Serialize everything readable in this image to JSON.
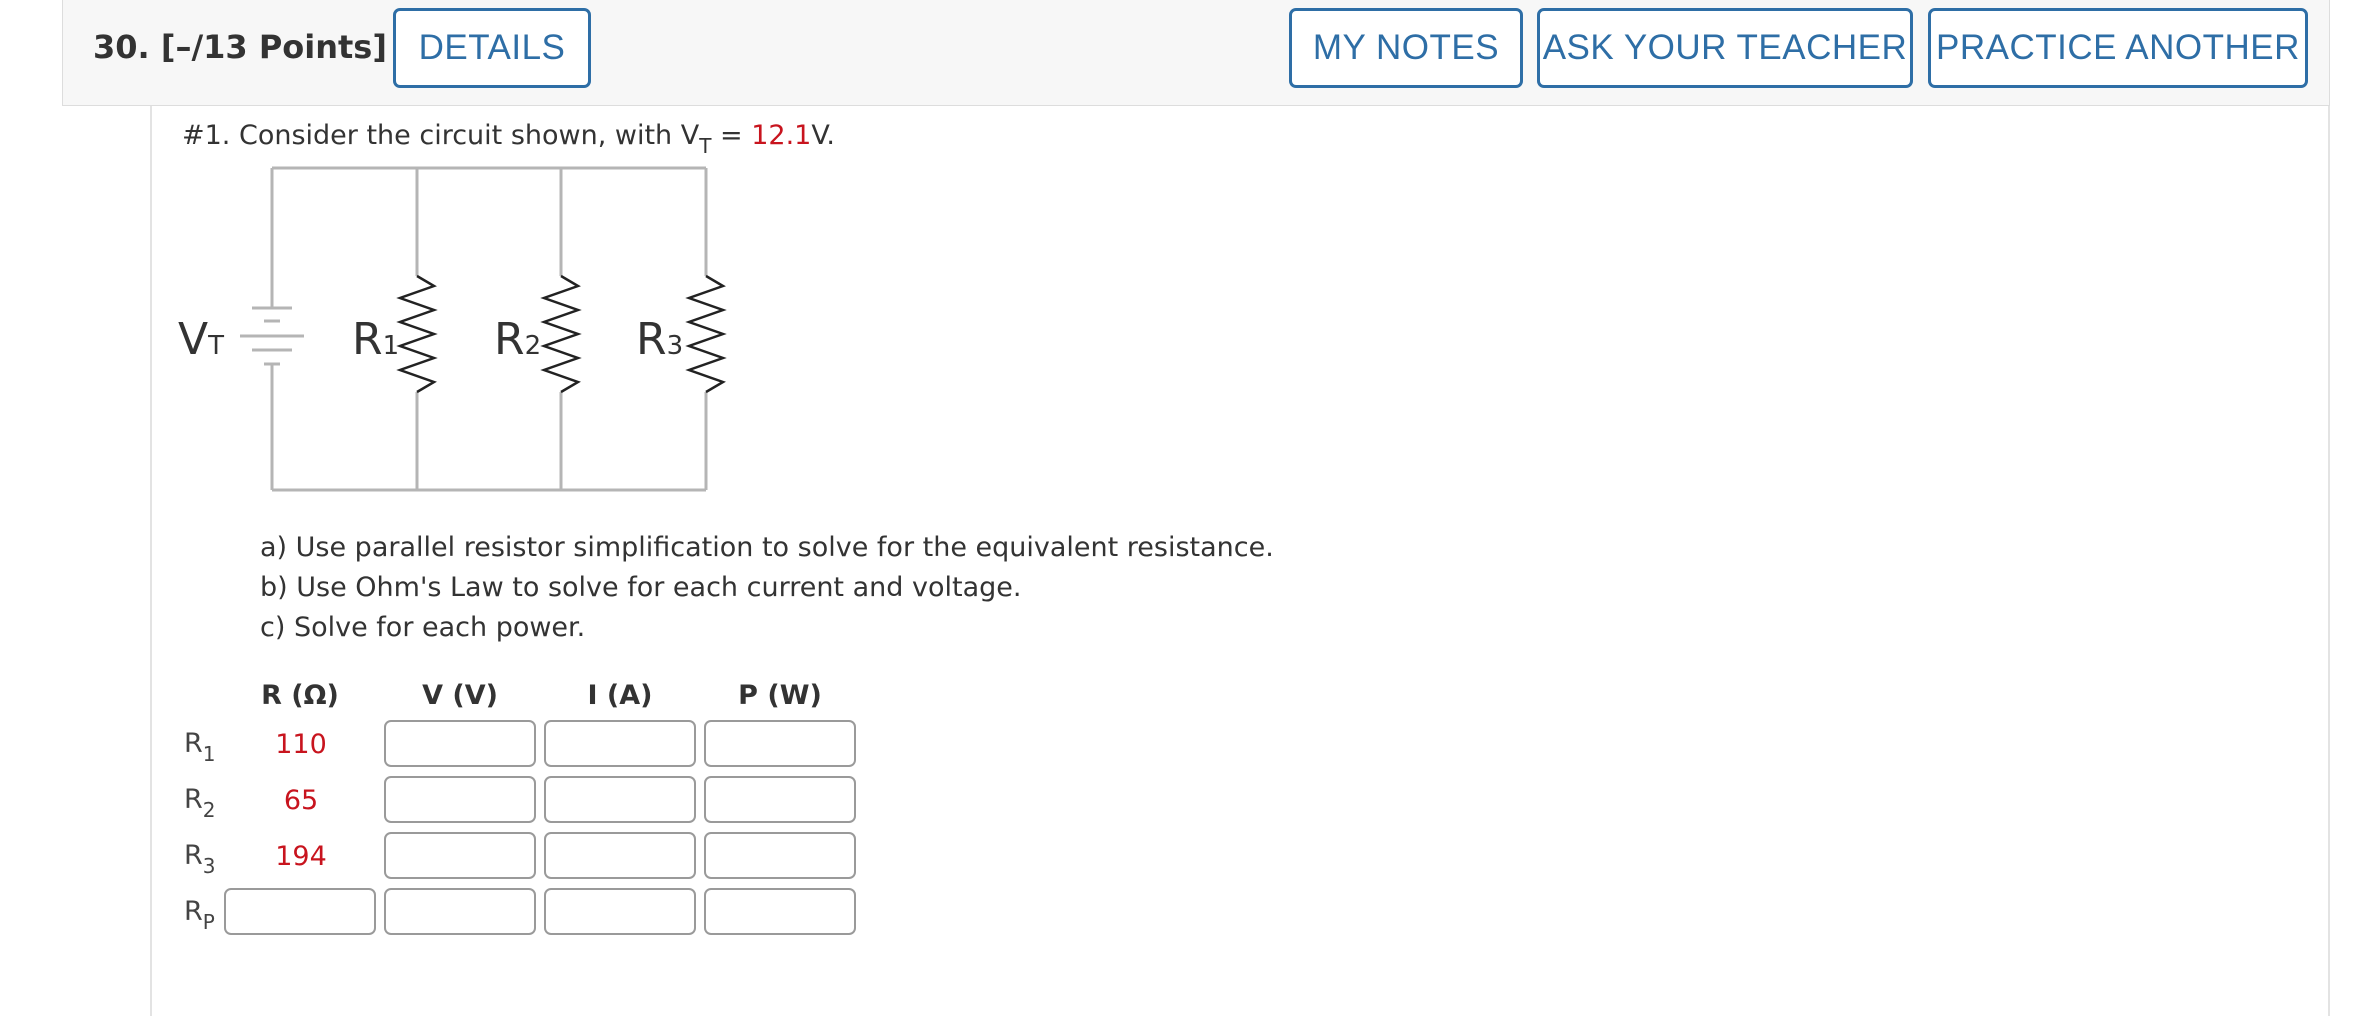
{
  "header": {
    "question_number": "30.",
    "points": "[–/13 Points]",
    "details_label": "DETAILS",
    "my_notes_label": "MY NOTES",
    "ask_teacher_label": "ASK YOUR TEACHER",
    "practice_another_label": "PRACTICE ANOTHER"
  },
  "problem": {
    "intro_prefix": "#1. Consider the circuit shown, with V",
    "intro_sub": "T",
    "intro_eq": " = ",
    "vt_value": "12.1",
    "intro_suffix": "V.",
    "instructions": [
      "a) Use parallel resistor simplification to solve for the equivalent resistance.",
      "b) Use Ohm's Law to solve for each current and voltage.",
      "c) Solve for each power."
    ]
  },
  "circuit": {
    "source_label": "V",
    "source_sub": "T",
    "resistor_labels": [
      {
        "label": "R",
        "sub": "1"
      },
      {
        "label": "R",
        "sub": "2"
      },
      {
        "label": "R",
        "sub": "3"
      }
    ],
    "wire_color": "#b5b5b5"
  },
  "table": {
    "headers": [
      "R (Ω)",
      "V (V)",
      "I (A)",
      "P (W)"
    ],
    "rows": [
      {
        "label": "R",
        "sub": "1",
        "r": "110"
      },
      {
        "label": "R",
        "sub": "2",
        "r": "65"
      },
      {
        "label": "R",
        "sub": "3",
        "r": "194"
      },
      {
        "label": "R",
        "sub": "P",
        "r": ""
      }
    ]
  },
  "colors": {
    "accent": "#2e6ea6",
    "value_red": "#c8141e"
  }
}
